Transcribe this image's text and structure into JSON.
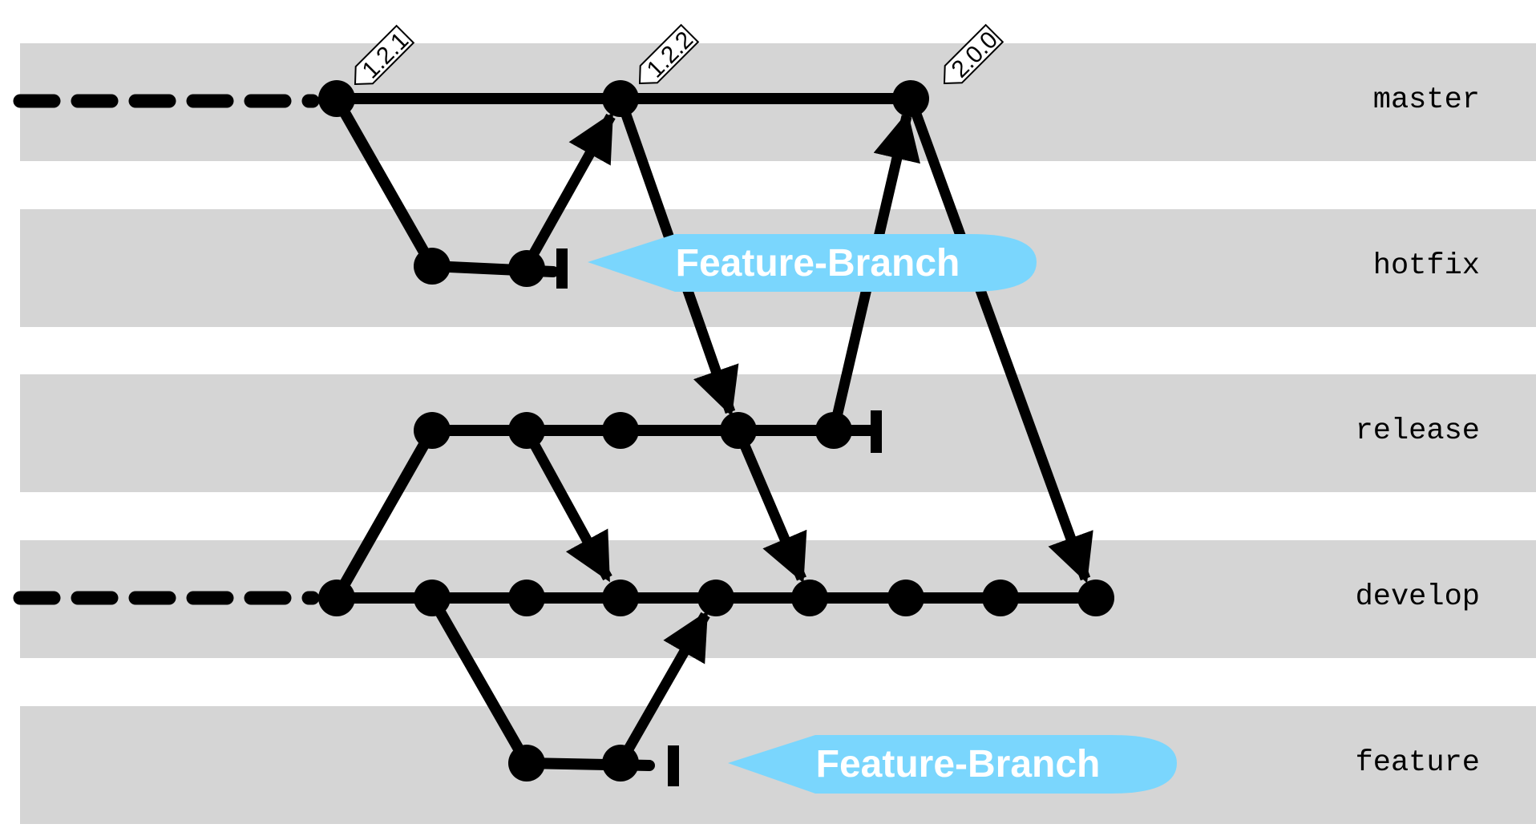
{
  "lanes": [
    {
      "id": "master",
      "label": "master"
    },
    {
      "id": "hotfix",
      "label": "hotfix"
    },
    {
      "id": "release",
      "label": "release"
    },
    {
      "id": "develop",
      "label": "develop"
    },
    {
      "id": "feature",
      "label": "feature"
    }
  ],
  "tags": [
    "1.2.1",
    "1.2.2",
    "2.0.0"
  ],
  "callouts": [
    "Feature-Branch",
    "Feature-Branch"
  ],
  "colors": {
    "lane_fill": "#d5d5d5",
    "line": "#000000",
    "callout_fill": "#7ad6fd",
    "callout_text": "#ffffff"
  }
}
